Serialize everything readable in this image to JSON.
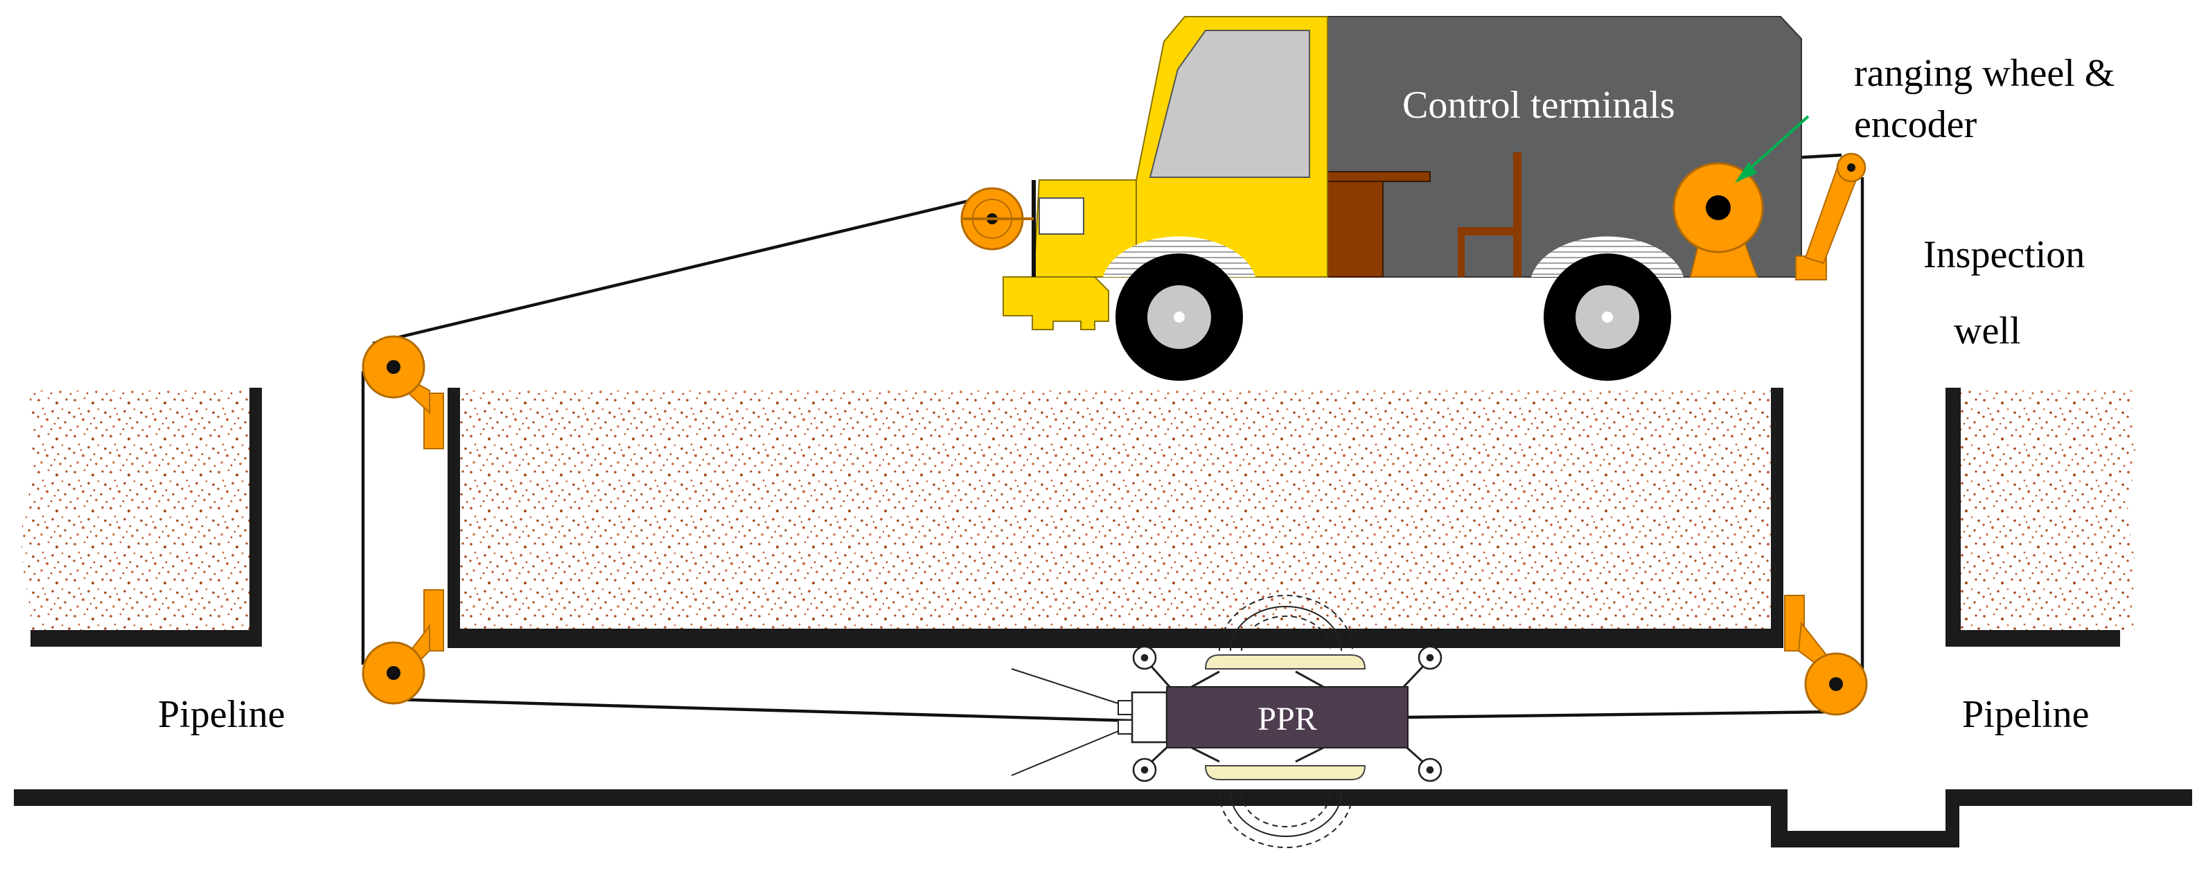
{
  "labels": {
    "control_terminals": "Control terminals",
    "ranging_wheel_line1": "ranging wheel &",
    "ranging_wheel_line2": "encoder",
    "inspection_well_line1": "Inspection",
    "inspection_well_line2": "well",
    "pipeline_left": "Pipeline",
    "pipeline_right": "Pipeline",
    "robot": "PPR"
  },
  "colors": {
    "truck_cab": "#FFD700",
    "truck_box": "#5F6062",
    "pulley": "#FF9900",
    "robot_body": "#4E3C4F",
    "soil_dot": "#B04A1A",
    "arrow": "#00B050",
    "antenna_pad": "#F5EFC0"
  },
  "icons": [
    "truck-icon",
    "pulley-icon",
    "ranging-wheel-icon",
    "robot-icon",
    "gpr-wave-icon"
  ]
}
